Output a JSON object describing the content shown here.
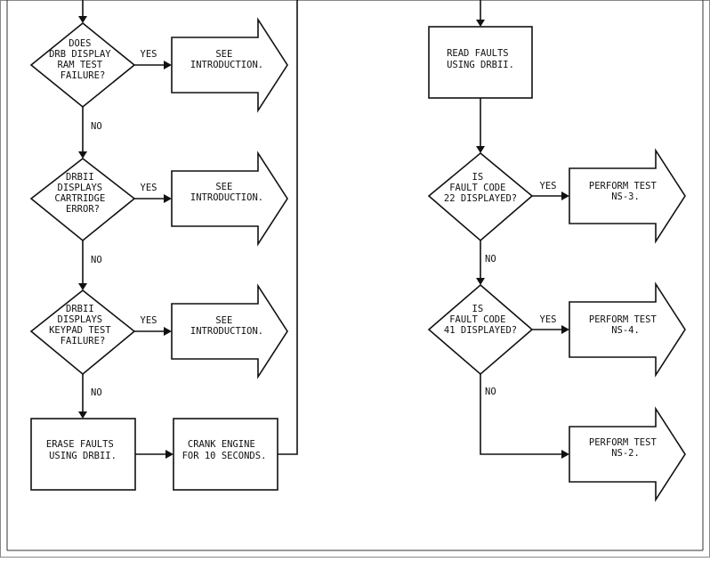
{
  "left_flow": {
    "q1": [
      "DOES",
      "DRB DISPLAY",
      "RAM TEST",
      "FAILURE?"
    ],
    "q1_yes": "YES",
    "q1_no": "NO",
    "q1_result": [
      "SEE",
      "INTRODUCTION."
    ],
    "q2": [
      "DRBII",
      "DISPLAYS",
      "CARTRIDGE",
      "ERROR?"
    ],
    "q2_yes": "YES",
    "q2_no": "NO",
    "q2_result": [
      "SEE",
      "INTRODUCTION."
    ],
    "q3": [
      "DRBII",
      "DISPLAYS",
      "KEYPAD TEST",
      "FAILURE?"
    ],
    "q3_yes": "YES",
    "q3_no": "NO",
    "q3_result": [
      "SEE",
      "INTRODUCTION."
    ],
    "erase": [
      "ERASE FAULTS",
      "USING DRBII."
    ],
    "crank": [
      "CRANK ENGINE",
      "FOR 10 SECONDS."
    ]
  },
  "right_flow": {
    "read": [
      "READ FAULTS",
      "USING DRBII."
    ],
    "q4": [
      "IS",
      "FAULT CODE",
      "22 DISPLAYED?"
    ],
    "q4_yes": "YES",
    "q4_no": "NO",
    "q4_result": [
      "PERFORM TEST",
      "NS-3."
    ],
    "q5": [
      "IS",
      "FAULT CODE",
      "41 DISPLAYED?"
    ],
    "q5_yes": "YES",
    "q5_no": "NO",
    "q5_result": [
      "PERFORM TEST",
      "NS-4."
    ],
    "final_result": [
      "PERFORM TEST",
      "NS-2."
    ]
  }
}
